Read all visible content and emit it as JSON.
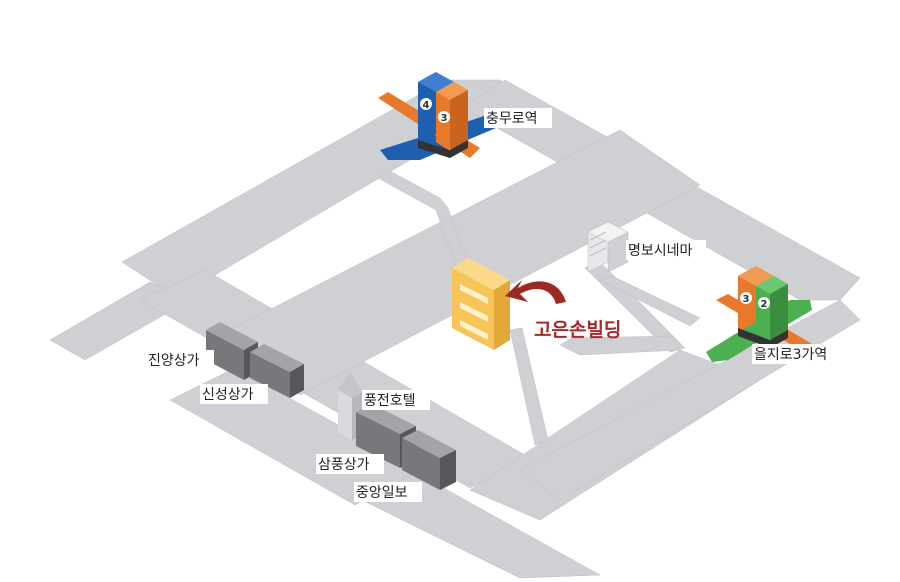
{
  "map": {
    "destination": {
      "label": "고은손빌딩"
    },
    "landmarks": [
      {
        "key": "myungbo",
        "label": "명보시네마"
      },
      {
        "key": "jinyang",
        "label": "진양상가"
      },
      {
        "key": "sinseong",
        "label": "신성상가"
      },
      {
        "key": "pungjeon",
        "label": "풍전호텔"
      },
      {
        "key": "sampung",
        "label": "삼풍상가"
      },
      {
        "key": "joongang",
        "label": "중앙일보"
      }
    ],
    "stations": [
      {
        "key": "chungmuro",
        "label": "충무로역",
        "lines": [
          "4",
          "3"
        ]
      },
      {
        "key": "euljiro3ga",
        "label": "을지로3가역",
        "lines": [
          "3",
          "2"
        ]
      }
    ]
  },
  "colors": {
    "road": "#cfd0d4",
    "road_edge": "#bdbec2",
    "line4": "#1f5fb0",
    "line3": "#e8792a",
    "line2": "#4caf50",
    "destination_building": "#f6c457",
    "destination_label": "#a52a2a",
    "arrow": "#9c2a23"
  }
}
